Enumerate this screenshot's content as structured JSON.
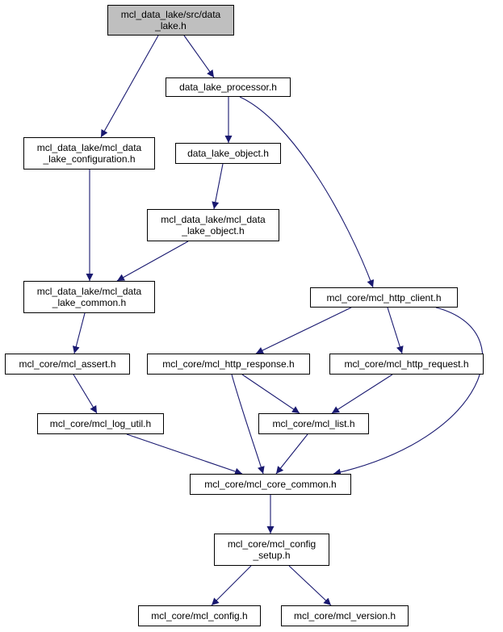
{
  "colors": {
    "edge": "#191970",
    "root_fill": "#bfbfbf",
    "node_fill": "#ffffff",
    "border": "#000000"
  },
  "nodes": [
    {
      "id": "root",
      "lines": [
        "mcl_data_lake/src/data",
        "_lake.h"
      ]
    },
    {
      "id": "processor",
      "lines": [
        "data_lake_processor.h"
      ]
    },
    {
      "id": "configuration",
      "lines": [
        "mcl_data_lake/mcl_data",
        "_lake_configuration.h"
      ]
    },
    {
      "id": "object",
      "lines": [
        "data_lake_object.h"
      ]
    },
    {
      "id": "mcl_object",
      "lines": [
        "mcl_data_lake/mcl_data",
        "_lake_object.h"
      ]
    },
    {
      "id": "common",
      "lines": [
        "mcl_data_lake/mcl_data",
        "_lake_common.h"
      ]
    },
    {
      "id": "http_client",
      "lines": [
        "mcl_core/mcl_http_client.h"
      ]
    },
    {
      "id": "assert",
      "lines": [
        "mcl_core/mcl_assert.h"
      ]
    },
    {
      "id": "http_response",
      "lines": [
        "mcl_core/mcl_http_response.h"
      ]
    },
    {
      "id": "http_request",
      "lines": [
        "mcl_core/mcl_http_request.h"
      ]
    },
    {
      "id": "log_util",
      "lines": [
        "mcl_core/mcl_log_util.h"
      ]
    },
    {
      "id": "list",
      "lines": [
        "mcl_core/mcl_list.h"
      ]
    },
    {
      "id": "core_common",
      "lines": [
        "mcl_core/mcl_core_common.h"
      ]
    },
    {
      "id": "config_setup",
      "lines": [
        "mcl_core/mcl_config",
        "_setup.h"
      ]
    },
    {
      "id": "config",
      "lines": [
        "mcl_core/mcl_config.h"
      ]
    },
    {
      "id": "version",
      "lines": [
        "mcl_core/mcl_version.h"
      ]
    }
  ],
  "edges": [
    {
      "from": "root",
      "to": "configuration"
    },
    {
      "from": "root",
      "to": "processor"
    },
    {
      "from": "processor",
      "to": "object"
    },
    {
      "from": "processor",
      "to": "http_client"
    },
    {
      "from": "configuration",
      "to": "common"
    },
    {
      "from": "object",
      "to": "mcl_object"
    },
    {
      "from": "mcl_object",
      "to": "common"
    },
    {
      "from": "common",
      "to": "assert"
    },
    {
      "from": "assert",
      "to": "log_util"
    },
    {
      "from": "log_util",
      "to": "core_common"
    },
    {
      "from": "http_client",
      "to": "http_response"
    },
    {
      "from": "http_client",
      "to": "http_request"
    },
    {
      "from": "http_client",
      "to": "core_common"
    },
    {
      "from": "http_response",
      "to": "list"
    },
    {
      "from": "http_response",
      "to": "core_common"
    },
    {
      "from": "http_request",
      "to": "list"
    },
    {
      "from": "list",
      "to": "core_common"
    },
    {
      "from": "core_common",
      "to": "config_setup"
    },
    {
      "from": "config_setup",
      "to": "config"
    },
    {
      "from": "config_setup",
      "to": "version"
    }
  ]
}
